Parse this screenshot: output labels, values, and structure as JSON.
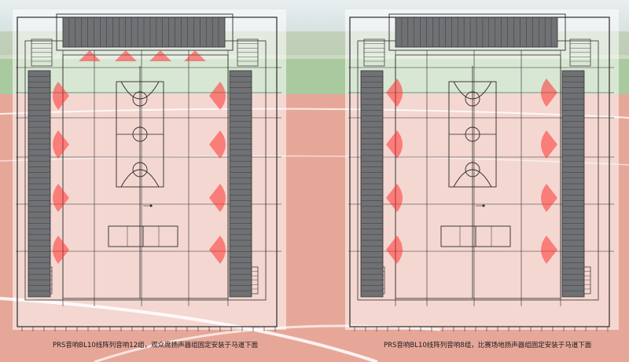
{
  "panels": [
    {
      "id": "left",
      "caption": "PRS音响BL10线阵列音响12组，观众席扬声器组固定安装于马道下面",
      "speaker_count": 12,
      "speaker_group": "audience"
    },
    {
      "id": "right",
      "caption": "PRS音响BL10线阵列音响8组，比赛场地扬声器组固定安装于马道下面",
      "speaker_count": 8,
      "speaker_group": "field"
    }
  ],
  "colors": {
    "sky": "#cfe0e8",
    "grass": "#9fc79a",
    "track": "#e8a59a",
    "track_lane_line": "#ffffff",
    "drawing_line": "#2b2b2b",
    "bleacher": "#6f7174",
    "speaker_beam": "#ff3333"
  }
}
